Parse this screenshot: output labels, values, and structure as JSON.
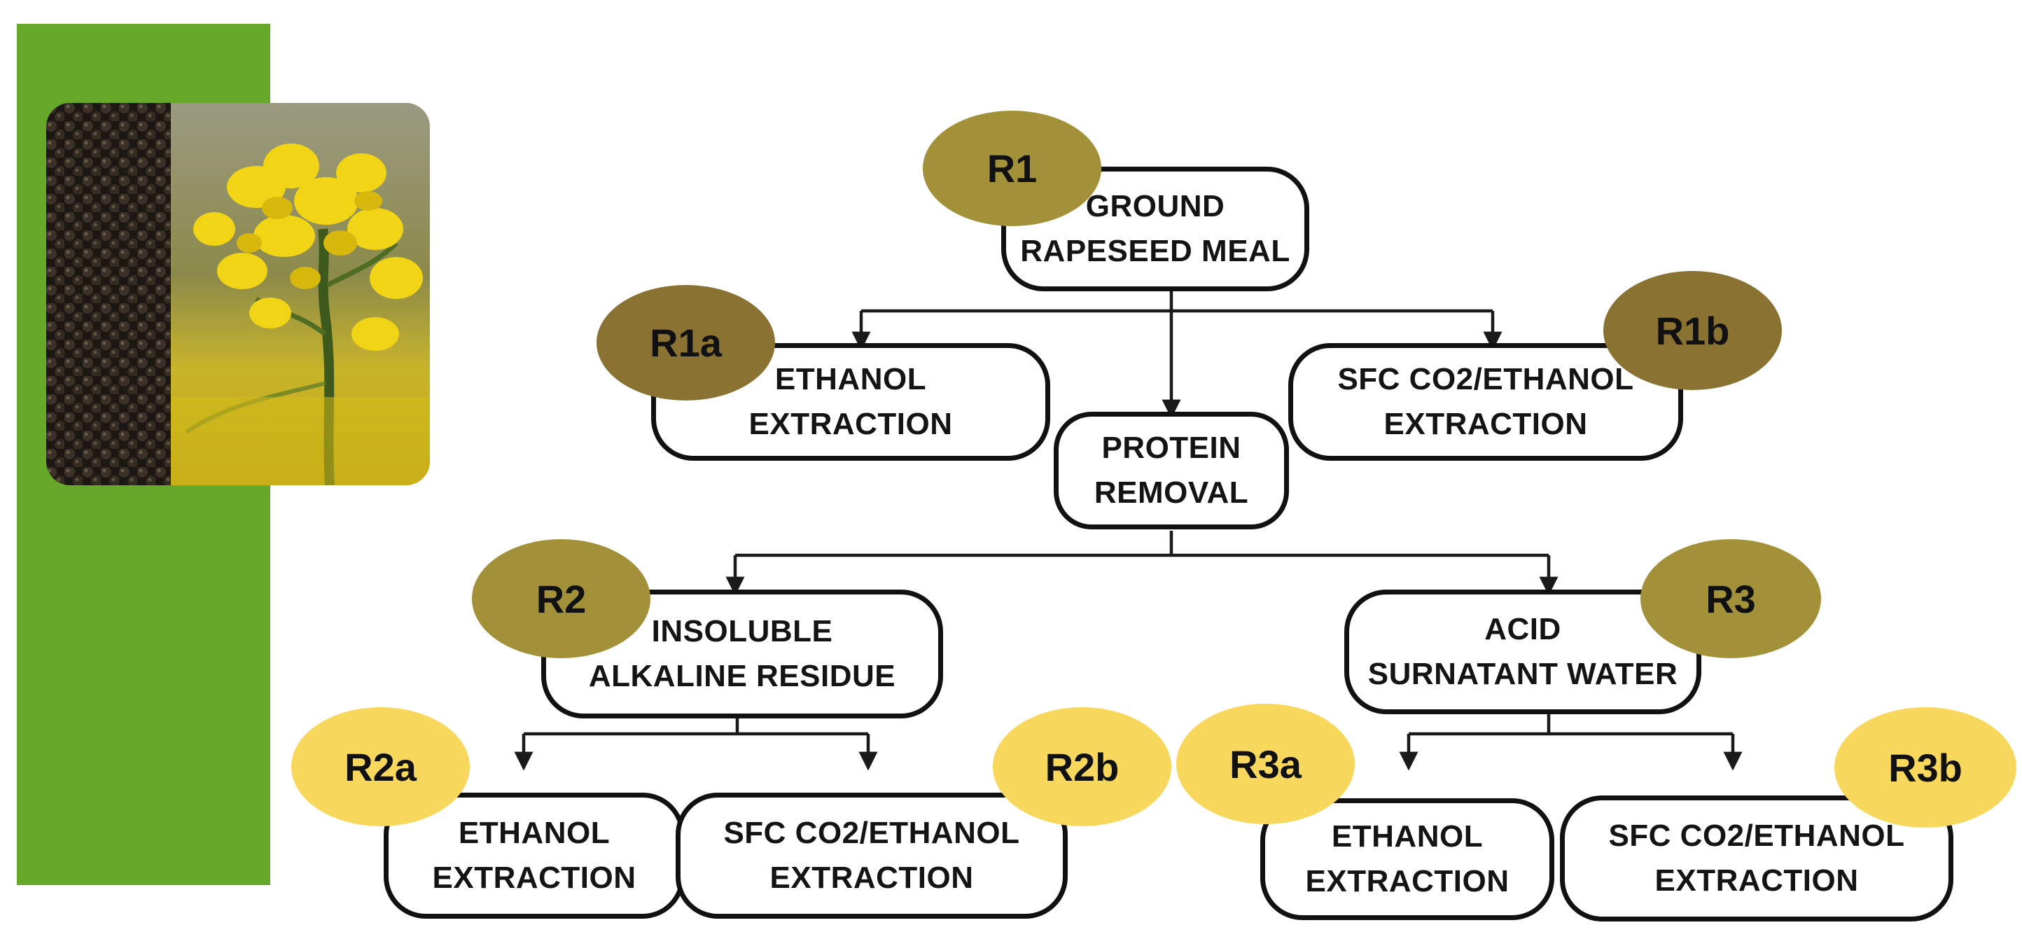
{
  "colors": {
    "side_bar": "#66a82a",
    "badge_olive": "#a3913a",
    "badge_brown": "#8a7232",
    "badge_yellow": "#f8d85c",
    "box_border": "#111111"
  },
  "nodes": {
    "ground_meal": {
      "line1": "GROUND",
      "line2": "RAPESEED MEAL"
    },
    "ethanol_r1a": {
      "line1": "ETHANOL",
      "line2": "EXTRACTION"
    },
    "sfc_r1b": {
      "line1": "SFC CO2/ETHANOL",
      "line2": "EXTRACTION"
    },
    "protein_removal": {
      "line1": "PROTEIN",
      "line2": "REMOVAL"
    },
    "insoluble_residue": {
      "line1": "INSOLUBLE",
      "line2": "ALKALINE RESIDUE"
    },
    "acid_surnatant": {
      "line1": "ACID",
      "line2": "SURNATANT WATER"
    },
    "ethanol_r2a": {
      "line1": "ETHANOL",
      "line2": "EXTRACTION"
    },
    "sfc_r2b": {
      "line1": "SFC CO2/ETHANOL",
      "line2": "EXTRACTION"
    },
    "ethanol_r3a": {
      "line1": "ETHANOL",
      "line2": "EXTRACTION"
    },
    "sfc_r3b": {
      "line1": "SFC CO2/ETHANOL",
      "line2": "EXTRACTION"
    }
  },
  "badges": {
    "r1": "R1",
    "r1a": "R1a",
    "r1b": "R1b",
    "r2": "R2",
    "r3": "R3",
    "r2a": "R2a",
    "r2b": "R2b",
    "r3a": "R3a",
    "r3b": "R3b"
  },
  "edges": [
    {
      "from": "ground_meal",
      "to": "ethanol_r1a"
    },
    {
      "from": "ground_meal",
      "to": "sfc_r1b"
    },
    {
      "from": "ground_meal",
      "to": "protein_removal"
    },
    {
      "from": "protein_removal",
      "to": "insoluble_residue"
    },
    {
      "from": "protein_removal",
      "to": "acid_surnatant"
    },
    {
      "from": "insoluble_residue",
      "to": "ethanol_r2a"
    },
    {
      "from": "insoluble_residue",
      "to": "sfc_r2b"
    },
    {
      "from": "acid_surnatant",
      "to": "ethanol_r3a"
    },
    {
      "from": "acid_surnatant",
      "to": "sfc_r3b"
    }
  ]
}
